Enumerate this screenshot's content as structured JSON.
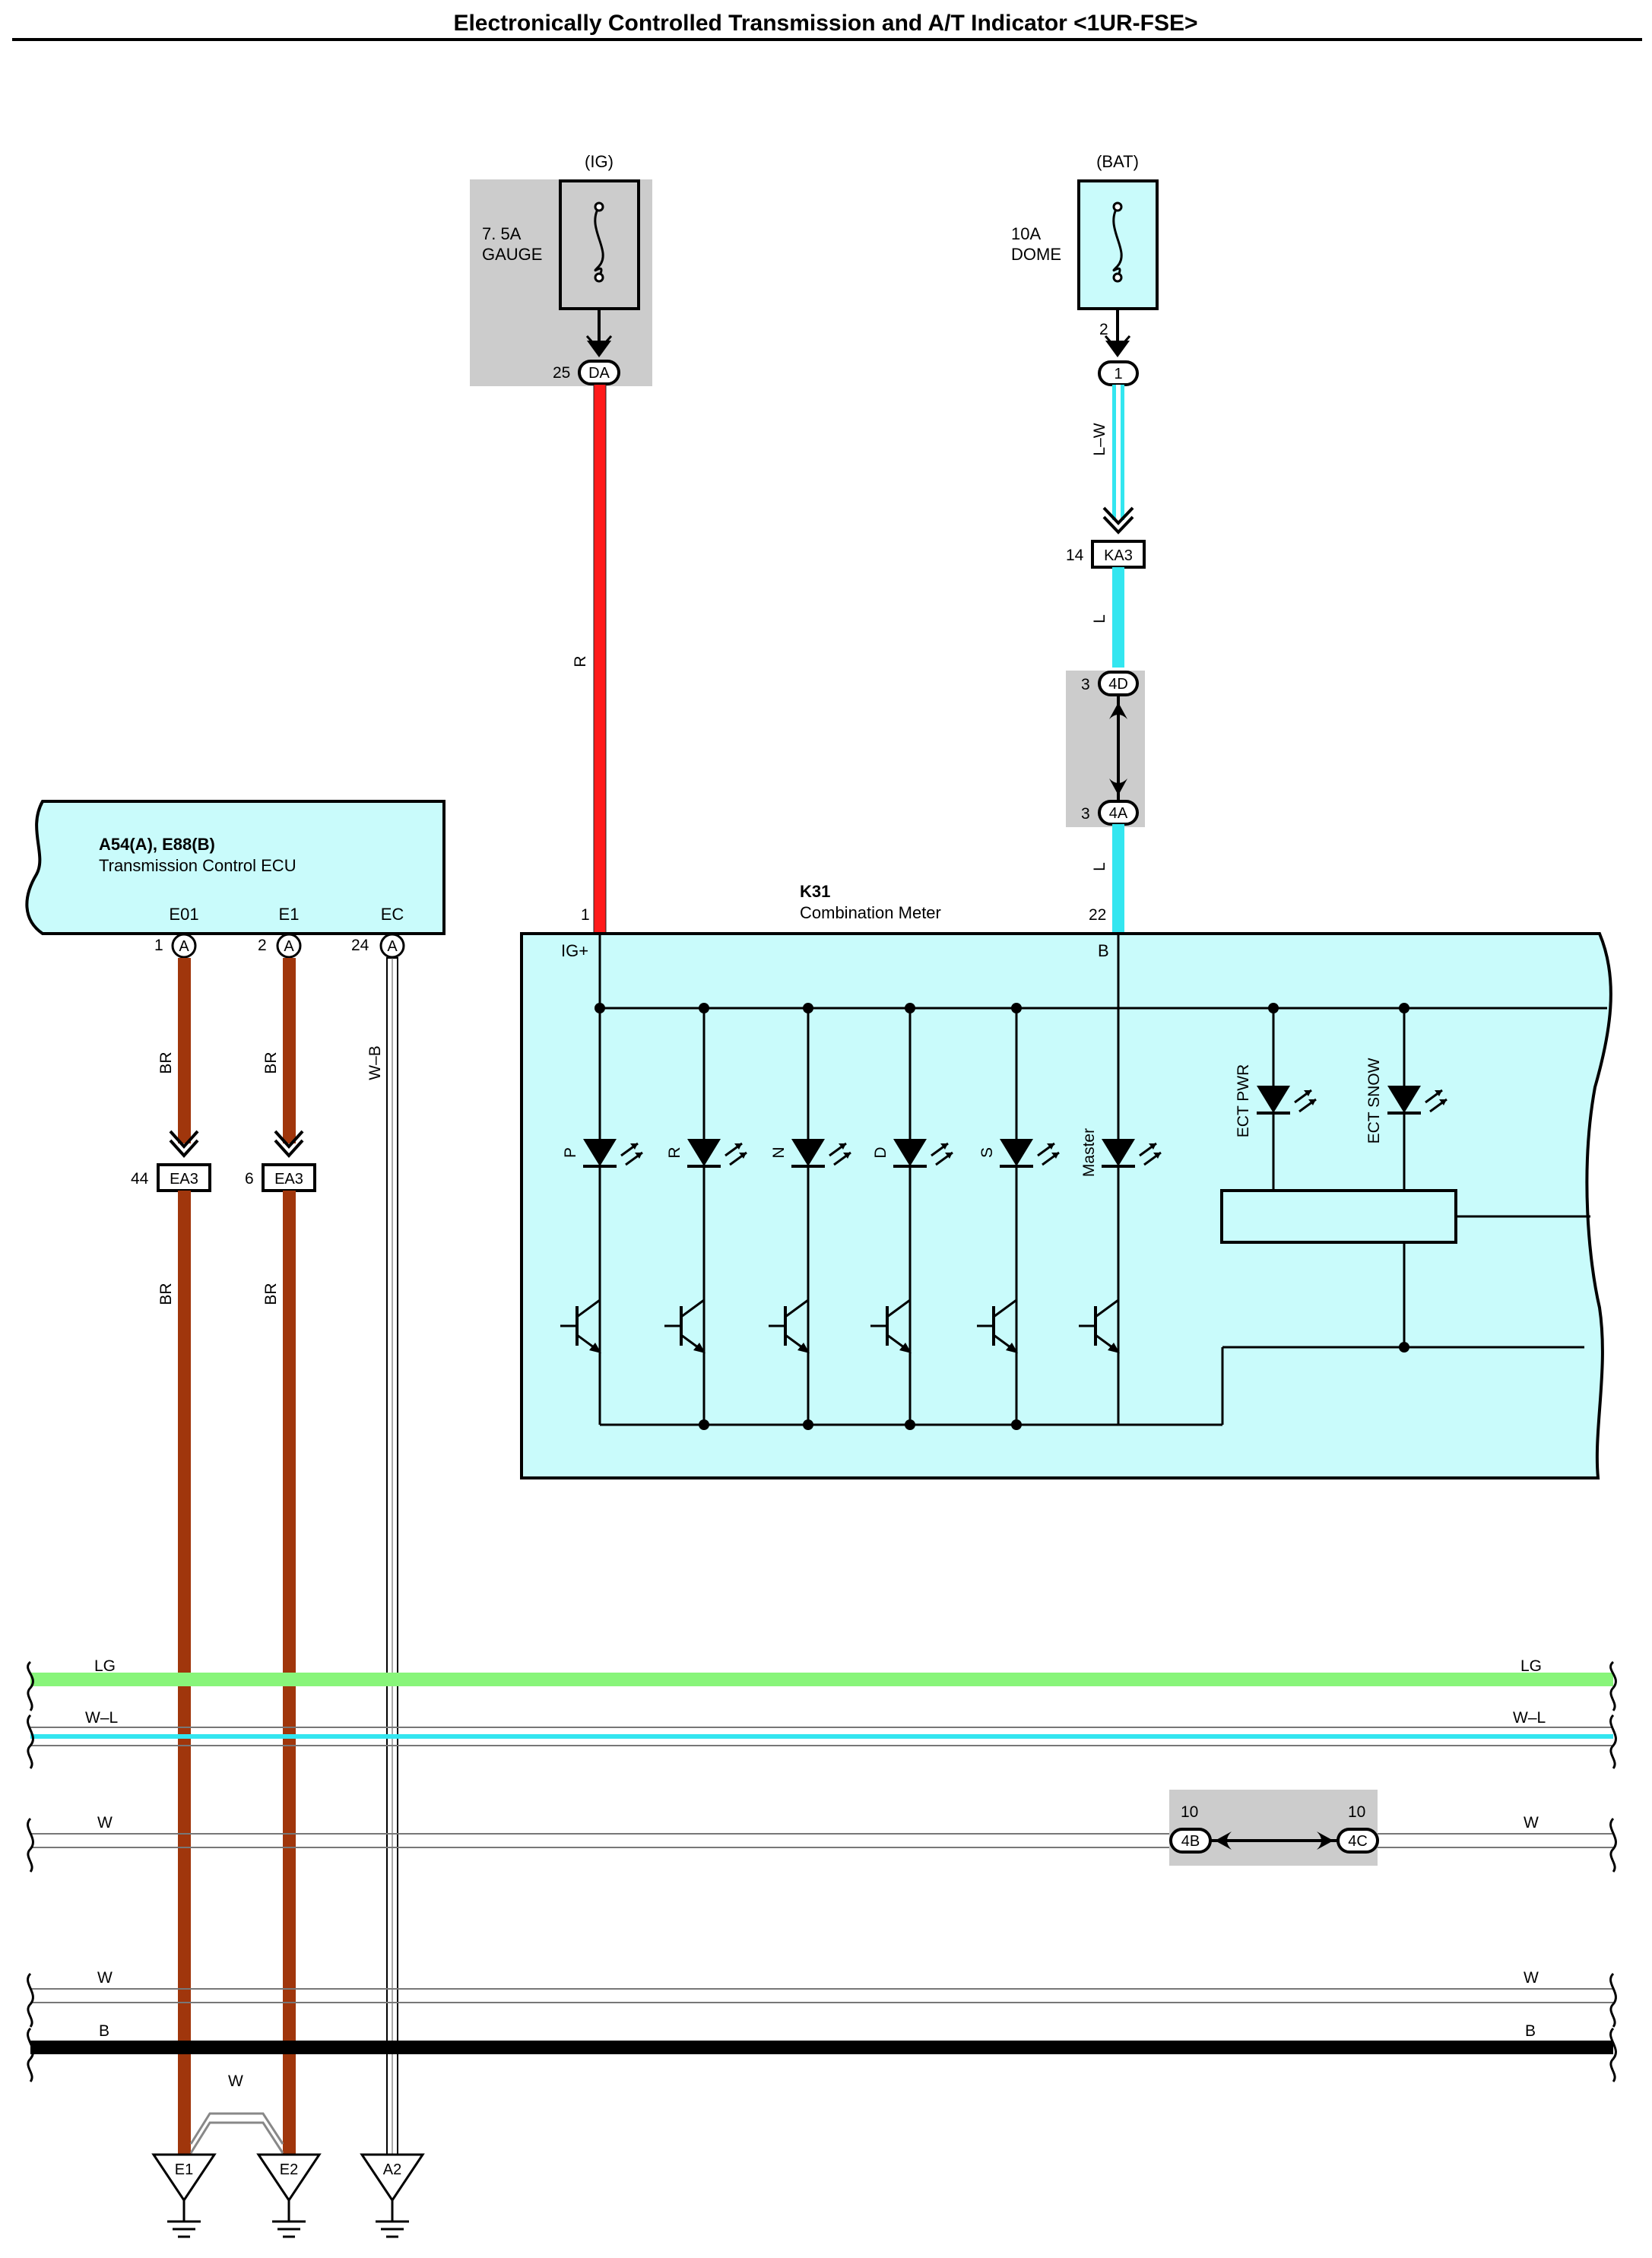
{
  "title": "Electronically Controlled Transmission and A/T Indicator <1UR-FSE>",
  "fuses": {
    "ig": {
      "supply": "(IG)",
      "rating": "7. 5A",
      "name": "GAUGE",
      "connector": "DA",
      "pin": "25"
    },
    "bat": {
      "supply": "(BAT)",
      "rating": "10A",
      "name": "DOME",
      "fuse_pin": "2",
      "connector": "1"
    }
  },
  "wires": {
    "ig_wire": "R",
    "bat_wire_upper": "L–W",
    "bat_wire_mid": "L",
    "bat_wire_lower": "L",
    "e01_upper": "BR",
    "e1_upper": "BR",
    "ec_wire": "W–B",
    "e01_lower": "BR",
    "e1_lower": "BR",
    "ground_jumper": "W"
  },
  "connectors": {
    "ka3": {
      "pin": "14",
      "label": "KA3"
    },
    "j4d": {
      "pin": "3",
      "label": "4D"
    },
    "j4a": {
      "pin": "3",
      "label": "4A"
    },
    "ea3_left": {
      "pin": "44",
      "label": "EA3"
    },
    "ea3_right": {
      "pin": "6",
      "label": "EA3"
    },
    "j4b": {
      "pin": "10",
      "label": "4B"
    },
    "j4c": {
      "pin": "10",
      "label": "4C"
    }
  },
  "ecu": {
    "id": "A54(A), E88(B)",
    "name": "Transmission Control ECU",
    "terminals": [
      {
        "name": "E01",
        "pin": "1",
        "conn": "A"
      },
      {
        "name": "E1",
        "pin": "2",
        "conn": "A"
      },
      {
        "name": "EC",
        "pin": "24",
        "conn": "A"
      }
    ]
  },
  "meter": {
    "id": "K31",
    "name": "Combination Meter",
    "pin_ig": "1",
    "term_ig": "IG+",
    "pin_b": "22",
    "term_b": "B",
    "leds": [
      "P",
      "R",
      "N",
      "D",
      "S",
      "Master"
    ],
    "indicators": [
      "ECT PWR",
      "ECT SNOW"
    ]
  },
  "buses": {
    "lg": "LG",
    "wl": "W–L",
    "w1": "W",
    "w2": "W",
    "b": "B"
  },
  "grounds": [
    "E1",
    "E2",
    "A2"
  ],
  "colors": {
    "red_wire": "#ff1a1a",
    "cyan_wire": "#33e6f0",
    "brown_wire": "#a0360c",
    "green_bus": "#88f57a",
    "component_fill": "#c9fbfb",
    "shaded_box": "#cccccc"
  }
}
